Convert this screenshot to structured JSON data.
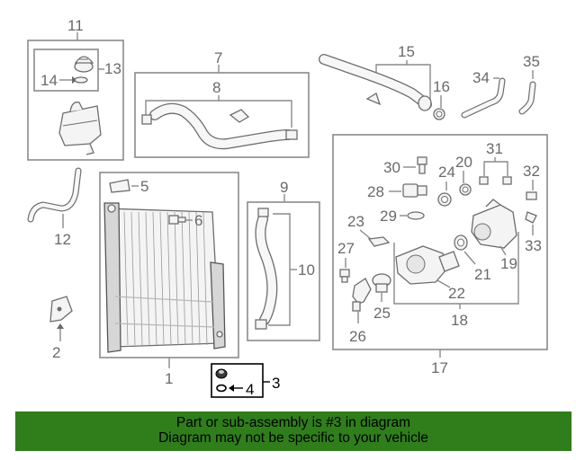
{
  "callouts": {
    "n1": "1",
    "n2": "2",
    "n3": "3",
    "n4": "4",
    "n5": "5",
    "n6": "6",
    "n7": "7",
    "n8": "8",
    "n9": "9",
    "n10": "10",
    "n11": "11",
    "n12": "12",
    "n13": "13",
    "n14": "14",
    "n15": "15",
    "n16": "16",
    "n17": "17",
    "n18": "18",
    "n19": "19",
    "n20": "20",
    "n21": "21",
    "n22": "22",
    "n23": "23",
    "n24": "24",
    "n25": "25",
    "n26": "26",
    "n27": "27",
    "n28": "28",
    "n29": "29",
    "n30": "30",
    "n31": "31",
    "n32": "32",
    "n33": "33",
    "n34": "34",
    "n35": "35"
  },
  "highlight_part": "3",
  "colors": {
    "banner": "#2f7e1b",
    "lines": "#8a8a8a",
    "highlight": "#000000"
  },
  "banner": {
    "line1": "Part or sub-assembly is #3 in diagram",
    "line2": "Diagram may not be specific to your vehicle"
  }
}
